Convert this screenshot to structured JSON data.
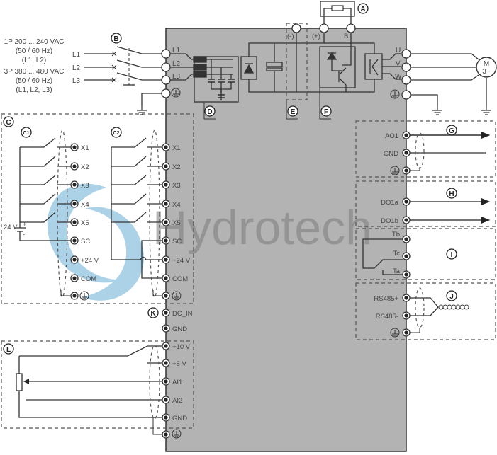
{
  "watermark": {
    "text": "Hydrotech",
    "swirl_color": "#8fc3df"
  },
  "colors": {
    "drive_body": "#b3b3b3",
    "line": "#333333",
    "background": "#ffffff"
  },
  "supply": {
    "line1": "1P 200 ... 240 VAC",
    "line2": "(50 / 60 Hz)",
    "line3": "(L1, L2)",
    "line4": "3P 380 ... 480 VAC",
    "line5": "(50 / 60 Hz)",
    "line6": "(L1, L2, L3)",
    "phases": [
      "L1",
      "L2",
      "L3"
    ]
  },
  "callouts": {
    "A": "A",
    "B": "B",
    "C": "C",
    "C1": "C1",
    "C2": "C2",
    "D": "D",
    "E": "E",
    "F": "F",
    "G": "G",
    "H": "H",
    "I": "I",
    "J": "J",
    "K": "K",
    "L": "L"
  },
  "power_terminals": {
    "input": [
      "L1",
      "L2",
      "L3"
    ],
    "dc_minus": "(-)",
    "dc_plus": "(+)",
    "brake": "B",
    "output": [
      "U",
      "V",
      "W"
    ]
  },
  "motor": {
    "symbol": "M",
    "phase": "3~"
  },
  "digital_inputs_c1": {
    "labels": [
      "X1",
      "X2",
      "X3",
      "X4",
      "X5",
      "SC",
      "+24 V",
      "COM"
    ],
    "battery_label": "24 V",
    "plus": "+",
    "minus": "-"
  },
  "digital_inputs_c2": {
    "labels": [
      "X1",
      "X2",
      "X3",
      "X4",
      "X5",
      "SC",
      "+24 V",
      "COM"
    ]
  },
  "analog_output": {
    "labels": [
      "AO1",
      "GND"
    ]
  },
  "digital_output": {
    "labels": [
      "DO1a",
      "DO1b"
    ]
  },
  "relay": {
    "labels": [
      "Tb",
      "Tc",
      "Ta"
    ]
  },
  "rs485": {
    "labels": [
      "RS485+",
      "RS485-"
    ]
  },
  "dc_input": {
    "labels": [
      "DC_IN",
      "GND"
    ]
  },
  "analog_inputs": {
    "labels": [
      "+10 V",
      "+5 V",
      "AI1",
      "AI2",
      "GND"
    ]
  }
}
